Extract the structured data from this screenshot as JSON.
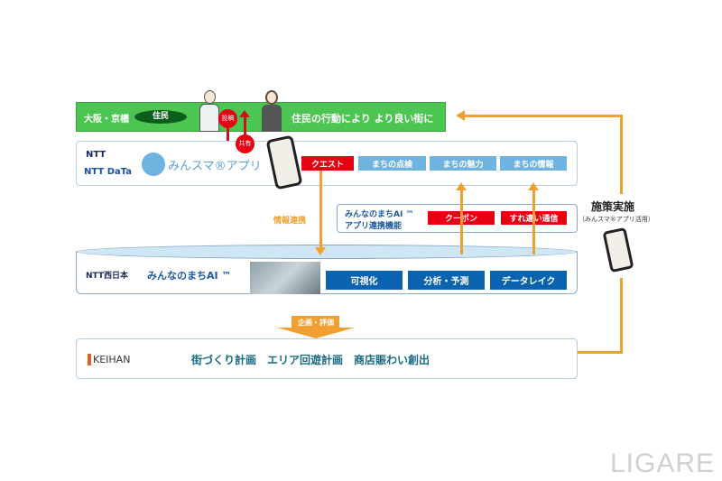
{
  "resident_bar": {
    "location": "大阪・京橋",
    "badge": "住民",
    "post": "投稿",
    "share": "共有",
    "slogan": "住民の行動により より良い街に"
  },
  "app_layer": {
    "logo_ntt": "NTT",
    "logo_nttdata": "NTT DaTa",
    "app_name": "みんスマ®アプリ",
    "buttons": [
      "クエスト",
      "まちの点検",
      "まちの魅力",
      "まちの情報"
    ]
  },
  "link_label": "情報連携",
  "ai_function": {
    "title_line1": "みんなのまちAI ™",
    "title_line2": "アプリ連携機能",
    "buttons": [
      "クーポン",
      "すれ違い通信"
    ]
  },
  "ai_layer": {
    "logo": "NTT西日本",
    "name": "みんなのまちAI ™",
    "buttons": [
      "可視化",
      "分析・予測",
      "データレイク"
    ]
  },
  "plan_arrow": "企画・評価",
  "keihan_layer": {
    "logo": "KEIHAN",
    "outputs": "街づくり計画　エリア回遊計画　商店賑わい創出"
  },
  "side": {
    "title": "施策実施",
    "subtitle": "（みんスマ®アプリ活用）"
  },
  "watermark": "LIGARE",
  "colors": {
    "green": "#4cc552",
    "red": "#e60012",
    "orange": "#f0a030",
    "blue": "#0b63b0",
    "light_blue": "#6fb3e0"
  }
}
